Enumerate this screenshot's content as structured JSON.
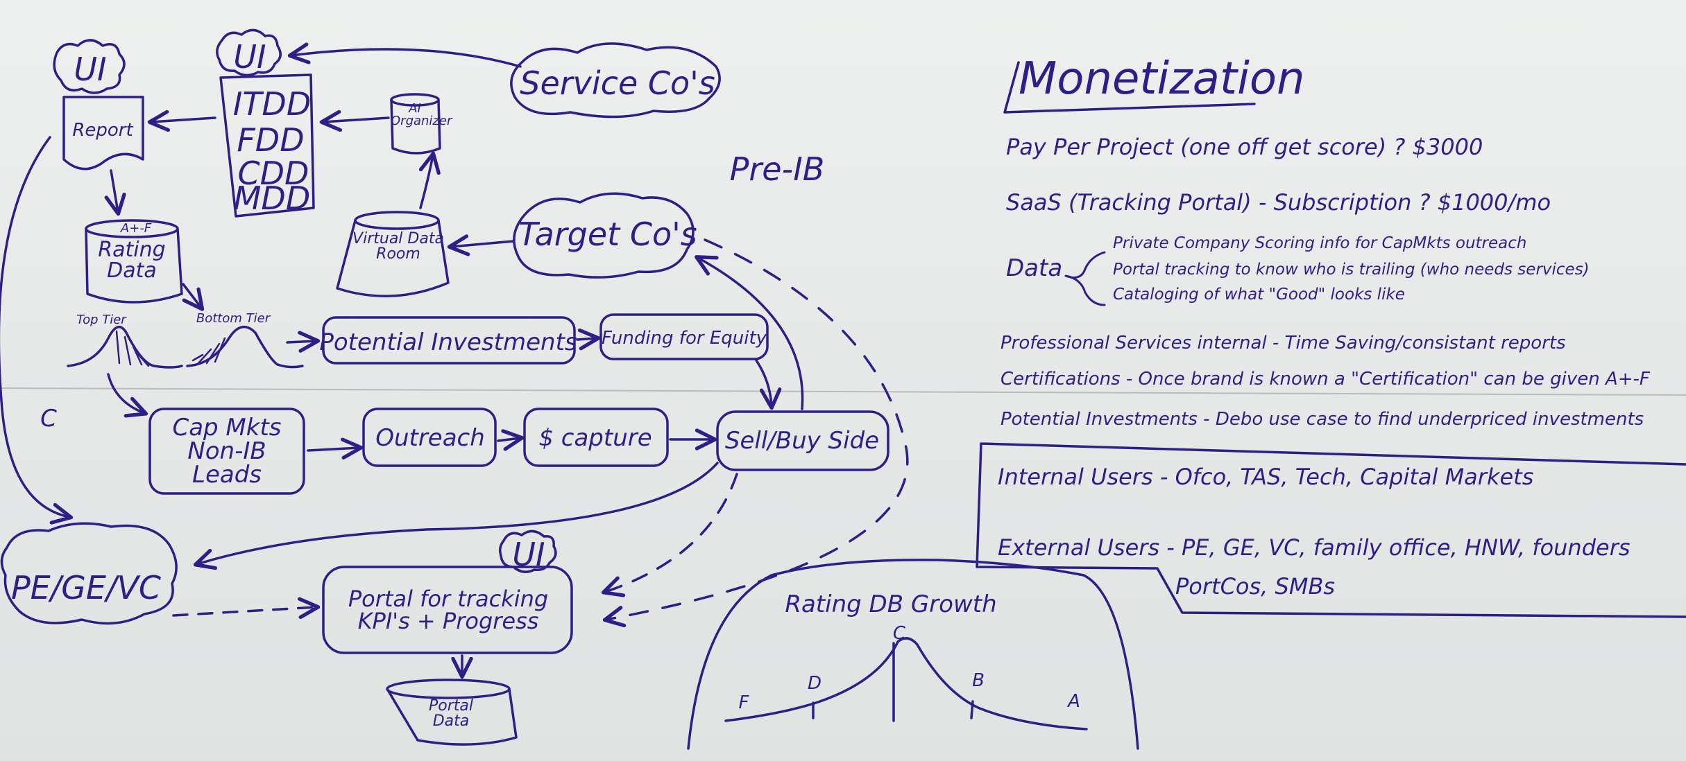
{
  "diagram": {
    "ui_labels": [
      "UI",
      "UI",
      "UI"
    ],
    "report": "Report",
    "dd_list": [
      "ITDD",
      "FDD",
      "CDD",
      "MDD"
    ],
    "ai_organizer": "AI Organizer",
    "service_cos": "Service Co's",
    "pre_ib": "Pre-IB",
    "target_cos": "Target Co's",
    "virtual_data_room": "Virtual Data Room",
    "rating_grade": "A+-F",
    "rating_data": "Rating Data",
    "top_tier": "Top Tier",
    "bottom_tier": "Bottom Tier",
    "potential_investments": "Potential Investments",
    "funding_for_equity": "Funding for Equity",
    "cap_mkts": "Cap Mkts Non-IB Leads",
    "outreach": "Outreach",
    "capture": "$ capture",
    "sell_buy_side": "Sell/Buy Side",
    "c_label": "C",
    "pe_ge_vc": "PE/GE/VC",
    "portal": "Portal for tracking KPI's + Progress",
    "portal_data": "Portal Data",
    "rating_db_growth": "Rating DB Growth",
    "grades": [
      "F",
      "D",
      "C",
      "B",
      "A"
    ]
  },
  "monetization": {
    "title": "Monetization",
    "lines": [
      "Pay Per Project (one off get score) ? $3000",
      "SaaS (Tracking Portal) - Subscription ? $1000/mo"
    ],
    "data_label": "Data",
    "data_items": [
      "Private Company Scoring info for CapMkts outreach",
      "Portal tracking to know who is trailing (who needs services)",
      "Cataloging of what \"Good\" looks like"
    ],
    "more_lines": [
      "Professional Services internal - Time Saving/consistant reports",
      "Certifications - Once brand is known a \"Certification\" can be given A+-F",
      "Potential Investments - Debo use case to find underpriced investments"
    ]
  },
  "users": {
    "internal": "Internal Users - Ofco, TAS, Tech, Capital Markets",
    "external_1": "External Users - PE, GE, VC, family office, HNW, founders",
    "external_2": "PortCos, SMBs"
  },
  "colors": {
    "ink": "#2e1f86",
    "board": "#e6e9e8"
  }
}
